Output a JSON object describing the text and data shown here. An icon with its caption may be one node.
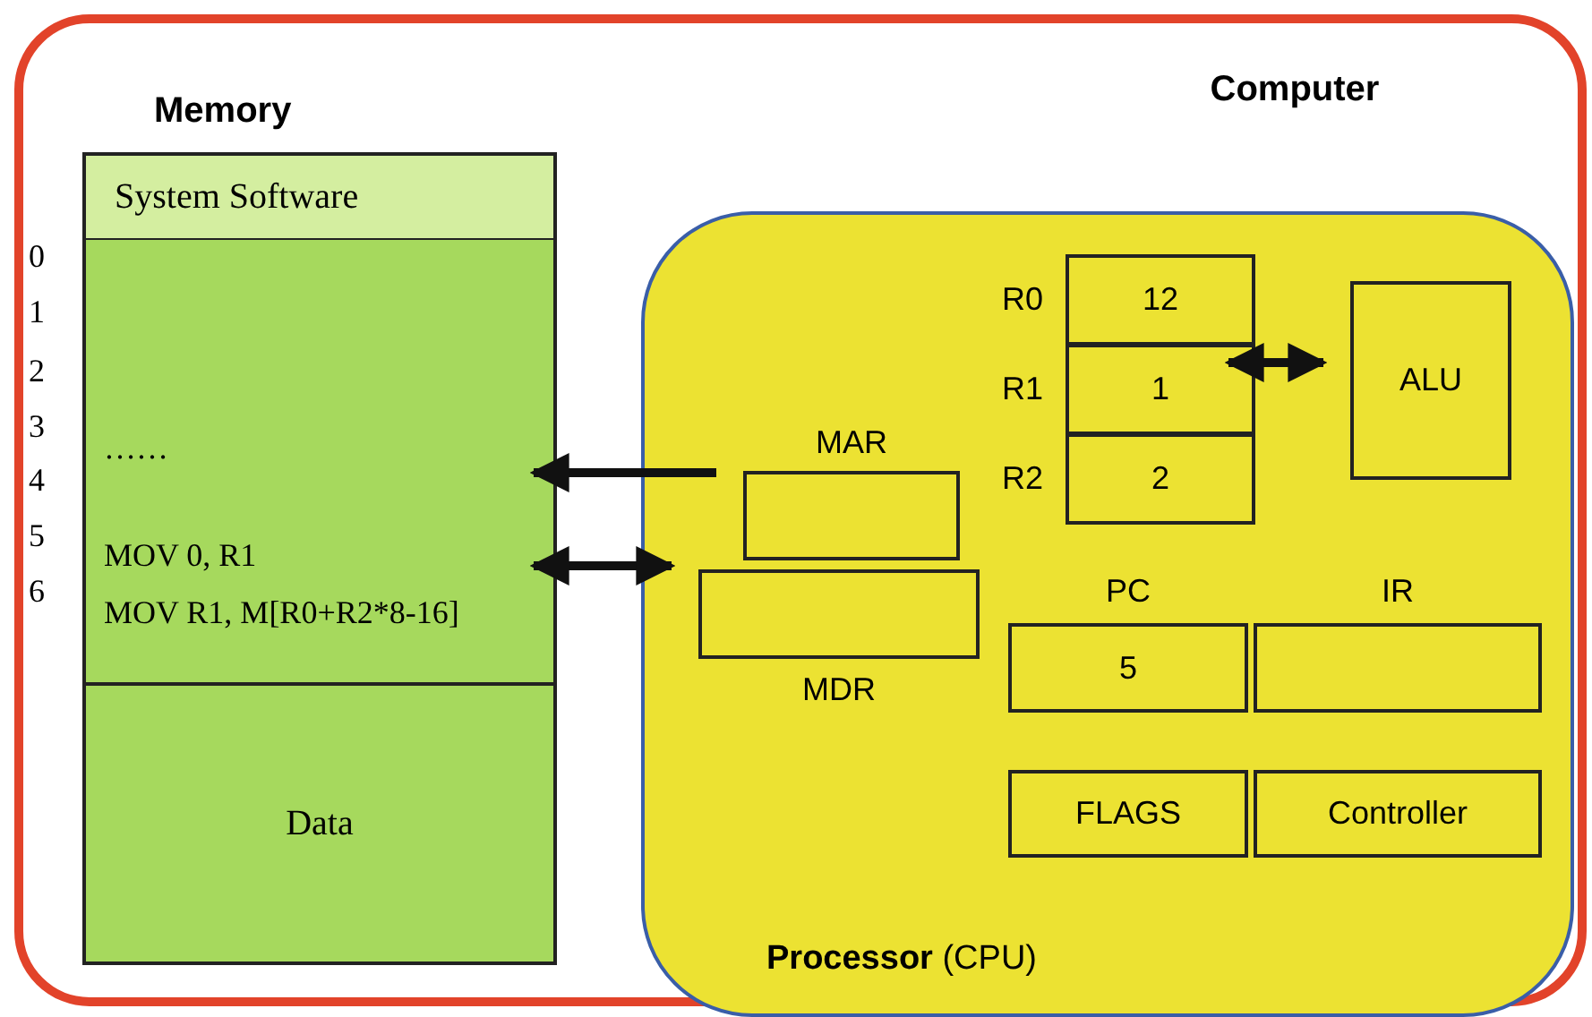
{
  "diagram": {
    "nodes": [
      {
        "text": [
          "Computer"
        ]
      },
      {
        "text": [
          "Memory"
        ],
        "in": 0
      },
      {
        "text": [
          "System Software"
        ],
        "in": 1
      },
      {
        "text": [
          "……",
          "MOV 0, R1",
          "MOV R1, M[R0+R2*8-16]"
        ],
        "in": 1
      },
      {
        "text": [
          "Data"
        ],
        "in": 1
      },
      {
        "text": [
          "**Processor** (CPU)"
        ],
        "in": 0
      },
      {
        "text": [
          "12"
        ],
        "beside": [
          "R0"
        ],
        "in": 5
      },
      {
        "text": [
          "1"
        ],
        "beside": [
          "R1"
        ],
        "in": 5
      },
      {
        "text": [
          "2"
        ],
        "beside": [
          "R2"
        ],
        "in": 5
      },
      {
        "text": [
          "ALU"
        ],
        "in": 5
      },
      {
        "text": [
          "MAR"
        ],
        "in": 5
      },
      {
        "text": [
          "MDR"
        ],
        "in": 5
      },
      {
        "text": [
          "PC",
          "5"
        ],
        "in": 5
      },
      {
        "text": [
          "IR"
        ],
        "in": 5
      },
      {
        "text": [
          "FLAGS"
        ],
        "in": 5
      },
      {
        "text": [
          "Controller"
        ],
        "in": 5
      }
    ],
    "edges": [
      {
        "from": 10,
        "to": 3,
        "arrow": "to"
      },
      {
        "from": 11,
        "to": 3,
        "arrow": "both"
      },
      {
        "from": 7,
        "to": 9,
        "arrow": "both"
      }
    ],
    "labels": [
      "0",
      "1",
      "2",
      "3",
      "4",
      "5",
      "6"
    ]
  }
}
